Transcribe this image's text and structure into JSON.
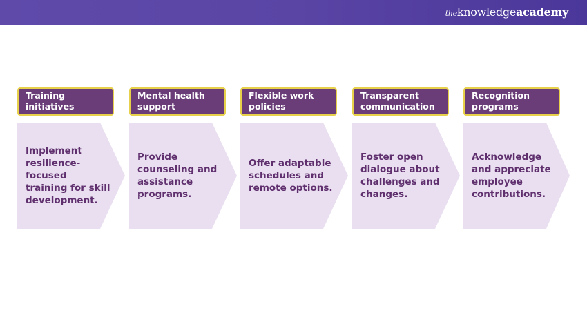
{
  "header": {
    "logo": {
      "prefix": "the",
      "word1": "knowledge",
      "word2": "academy"
    },
    "colors": {
      "band": "#5a45a5",
      "text": "#ffffff"
    }
  },
  "colors": {
    "label_fill": "#6a3d78",
    "label_border": "#e8d14a",
    "chevron_fill": "#e9dff0",
    "body_text": "#5f2f6e"
  },
  "steps": [
    {
      "title": "Training initiatives",
      "description": "Implement resilience-focused training for skill development."
    },
    {
      "title": "Mental health support",
      "description": "Provide counseling and assistance programs."
    },
    {
      "title": "Flexible work policies",
      "description": "Offer adaptable schedules and remote options."
    },
    {
      "title": "Transparent communication",
      "description": "Foster open dialogue about challenges and changes."
    },
    {
      "title": "Recognition programs",
      "description": "Acknowledge and appreciate employee contributions."
    }
  ]
}
